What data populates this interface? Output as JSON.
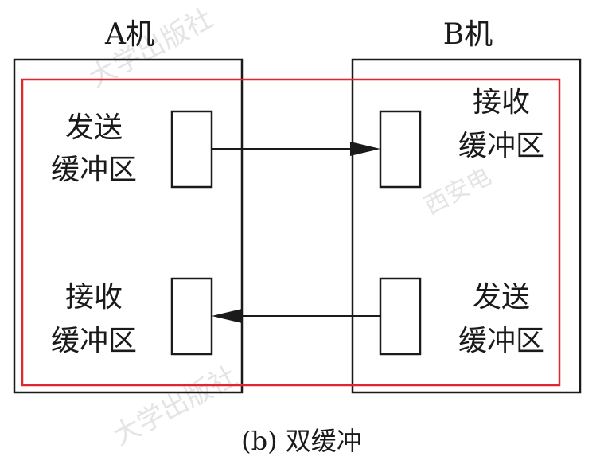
{
  "machine_a": {
    "title": "A机",
    "send_label": [
      "发送",
      "缓冲区"
    ],
    "recv_label": [
      "接收",
      "缓冲区"
    ]
  },
  "machine_b": {
    "title": "B机",
    "recv_label": [
      "接收",
      "缓冲区"
    ],
    "send_label": [
      "发送",
      "缓冲区"
    ]
  },
  "caption": "(b) 双缓冲",
  "watermark": {
    "top_left": "大学出版社",
    "right": "西安电",
    "bottom": "大学出版社"
  },
  "colors": {
    "outline": "#1a1a1a",
    "highlight": "#e0262e",
    "watermark": "#cfcfcf"
  }
}
